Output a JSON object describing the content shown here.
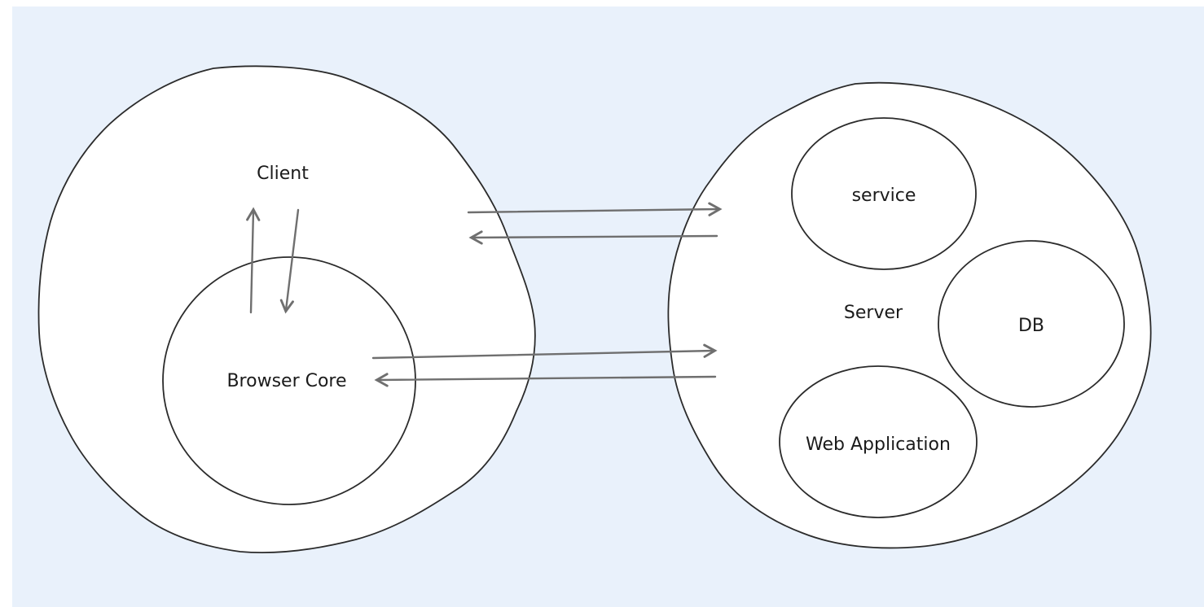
{
  "diagram": {
    "title": "client-server architecture sketch",
    "colors": {
      "canvas_background": "#e9f1fb",
      "page_margin": "#ffffff",
      "shape_fill": "#ffffff",
      "shape_stroke": "#2b2b2b",
      "arrow": "#6f6f6f",
      "text": "#1b1b1b"
    },
    "client": {
      "label": "Client",
      "browser_core_label": "Browser Core"
    },
    "server": {
      "label": "Server",
      "service_label": "service",
      "db_label": "DB",
      "web_application_label": "Web Application"
    },
    "arrows": [
      {
        "name": "client-to-server-top",
        "direction": "right"
      },
      {
        "name": "server-to-client-top",
        "direction": "left"
      },
      {
        "name": "browser-core-to-server",
        "direction": "right"
      },
      {
        "name": "server-to-browser-core",
        "direction": "left"
      },
      {
        "name": "browser-core-to-client",
        "direction": "up"
      },
      {
        "name": "client-to-browser-core",
        "direction": "down"
      }
    ]
  }
}
